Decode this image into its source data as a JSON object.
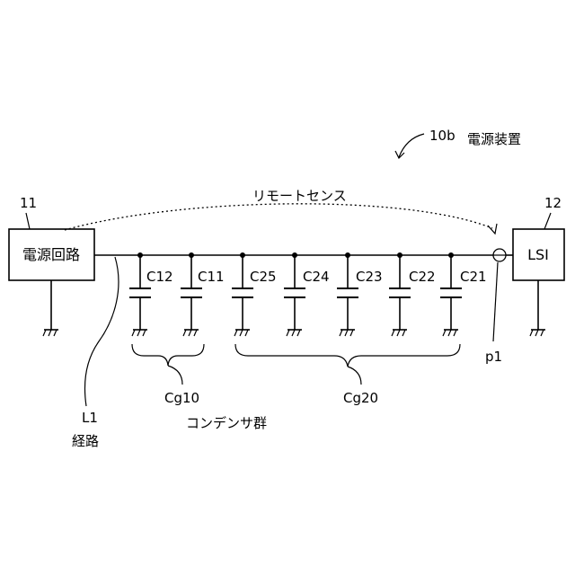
{
  "device": {
    "ref": "10b",
    "name": "電源装置"
  },
  "power_circuit": {
    "ref": "11",
    "label": "電源回路"
  },
  "lsi": {
    "ref": "12",
    "label": "LSI"
  },
  "remote_sense": {
    "label": "リモートセンス"
  },
  "path": {
    "ref": "L1",
    "label": "経路"
  },
  "sense_point": {
    "ref": "p1"
  },
  "capacitors": [
    {
      "id": "C12"
    },
    {
      "id": "C11"
    },
    {
      "id": "C25"
    },
    {
      "id": "C24"
    },
    {
      "id": "C23"
    },
    {
      "id": "C22"
    },
    {
      "id": "C21"
    }
  ],
  "groups": [
    {
      "ref": "Cg10"
    },
    {
      "ref": "Cg20"
    }
  ],
  "group_caption": "コンデンサ群"
}
